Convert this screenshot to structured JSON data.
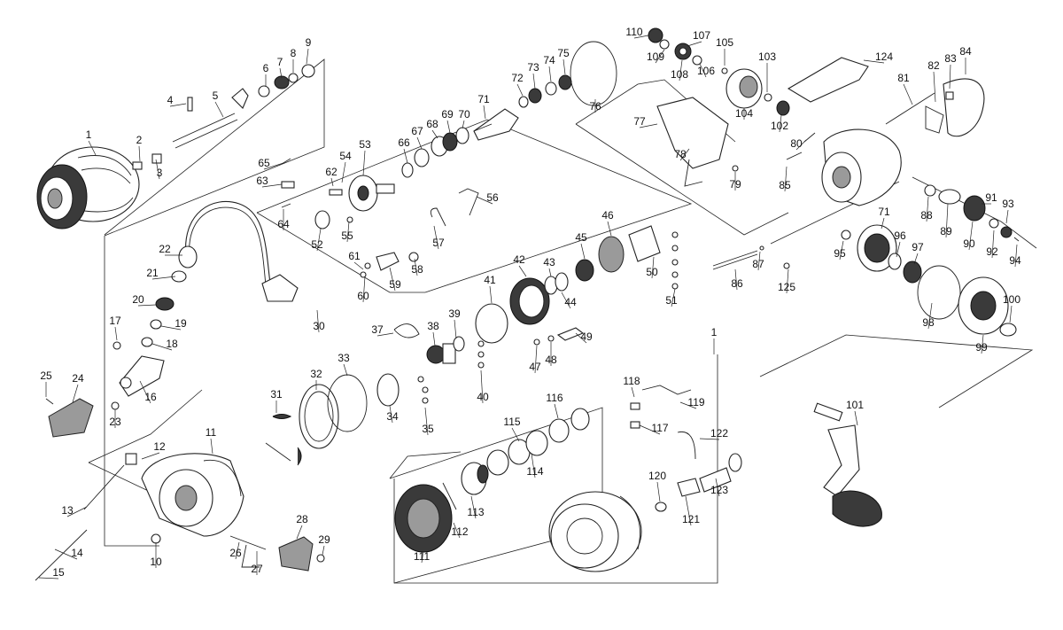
{
  "labels": [
    "1",
    "2",
    "3",
    "4",
    "5",
    "6",
    "7",
    "8",
    "9",
    "10",
    "11",
    "12",
    "13",
    "14",
    "15",
    "16",
    "17",
    "18",
    "19",
    "20",
    "21",
    "22",
    "23",
    "24",
    "25",
    "26",
    "27",
    "28",
    "29",
    "30",
    "31",
    "32",
    "33",
    "34",
    "35",
    "37",
    "38",
    "39",
    "40",
    "41",
    "42",
    "43",
    "44",
    "45",
    "46",
    "47",
    "48",
    "49",
    "50",
    "51",
    "52",
    "53",
    "54",
    "55",
    "56",
    "57",
    "58",
    "59",
    "60",
    "61",
    "62",
    "63",
    "64",
    "65",
    "66",
    "67",
    "68",
    "69",
    "70",
    "71",
    "72",
    "73",
    "74",
    "75",
    "76",
    "77",
    "78",
    "79",
    "80",
    "81",
    "82",
    "83",
    "84",
    "85",
    "86",
    "87",
    "88",
    "89",
    "90",
    "91",
    "92",
    "93",
    "94",
    "95",
    "96",
    "97",
    "98",
    "99",
    "100",
    "101",
    "102",
    "103",
    "104",
    "105",
    "106",
    "107",
    "108",
    "109",
    "110",
    "111",
    "112",
    "113",
    "114",
    "115",
    "116",
    "117",
    "118",
    "119",
    "120",
    "121",
    "122",
    "123",
    "124",
    "125"
  ],
  "extra_labels": [
    "1",
    "71"
  ]
}
